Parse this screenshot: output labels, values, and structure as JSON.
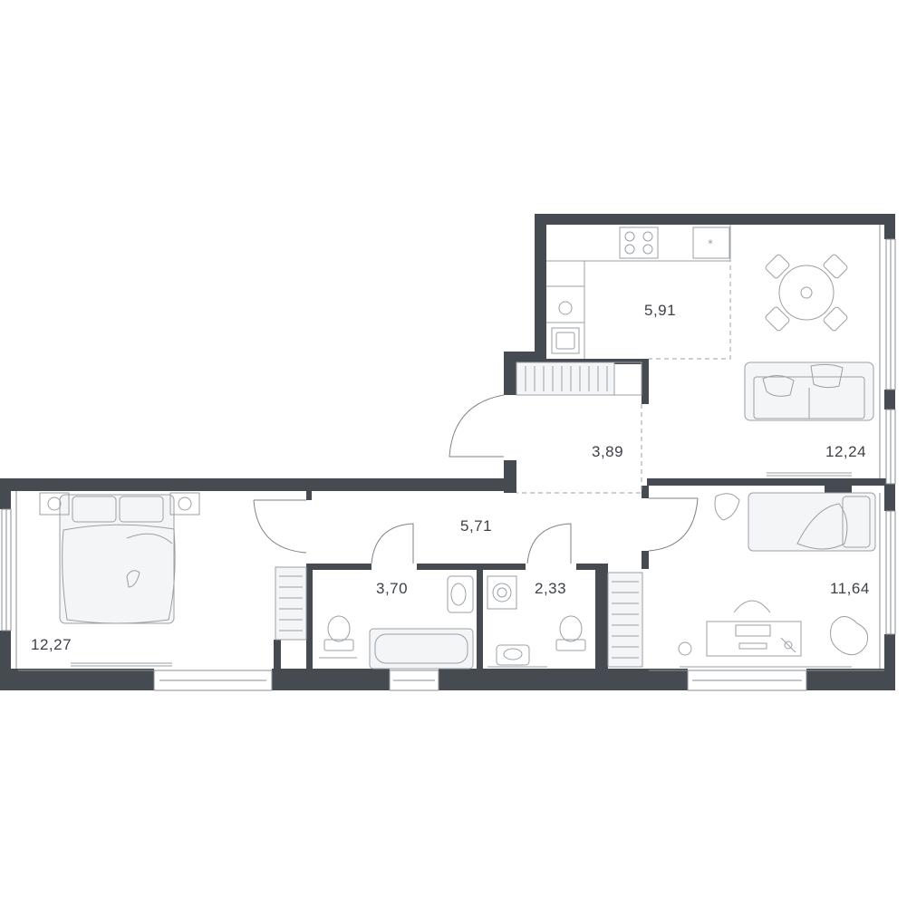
{
  "rooms": {
    "kitchen": {
      "area": "5,91"
    },
    "hall": {
      "area": "3,89"
    },
    "living": {
      "area": "12,24"
    },
    "corridor": {
      "area": "5,71"
    },
    "bathroom": {
      "area": "3,70"
    },
    "wc": {
      "area": "2,33"
    },
    "bedroom_left": {
      "area": "12,27"
    },
    "bedroom_right": {
      "area": "11,64"
    }
  },
  "colors": {
    "wall": "#464b52",
    "line": "#9aa0a6",
    "text": "#3d4148"
  },
  "icons": [
    "bed-icon",
    "sofa-icon",
    "dining-table-icon",
    "stove-icon",
    "sink-icon",
    "bathtub-icon",
    "toilet-icon",
    "washing-machine-icon",
    "desk-icon",
    "wardrobe-icon",
    "plant-icon",
    "door-swing-icon",
    "window-icon"
  ]
}
